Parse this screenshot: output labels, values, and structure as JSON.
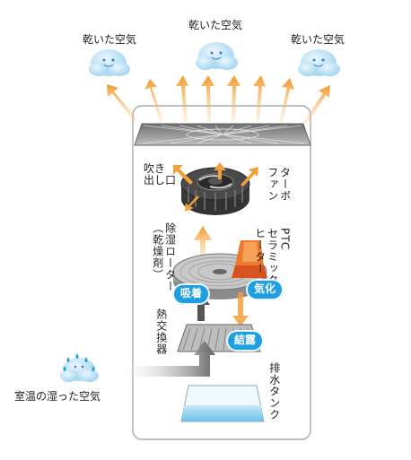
{
  "labels": {
    "dry_air_left": "乾いた空気",
    "dry_air_center": "乾いた空気",
    "dry_air_right": "乾いた空気",
    "outlet": "吹き\n出し口",
    "turbo_fan": "ターボ\nファン",
    "ptc_heater": "PTC\nセラミック\nヒーター",
    "desiccant_rotor": "除湿ローター\n（乾燥剤）",
    "heat_exchanger": "熱交換器",
    "drain_tank": "排水タンク",
    "room_humid_air": "室温の湿った空気"
  },
  "bubbles": {
    "adsorption": "吸着",
    "vaporization": "気化",
    "condensation": "結露"
  },
  "colors": {
    "arrow_orange": "#f1a03a",
    "heater_orange": "#e8682a",
    "bubble_blue": "#1f9fe0",
    "water_blue": "#9fd3ef",
    "gray_dark": "#555555"
  }
}
